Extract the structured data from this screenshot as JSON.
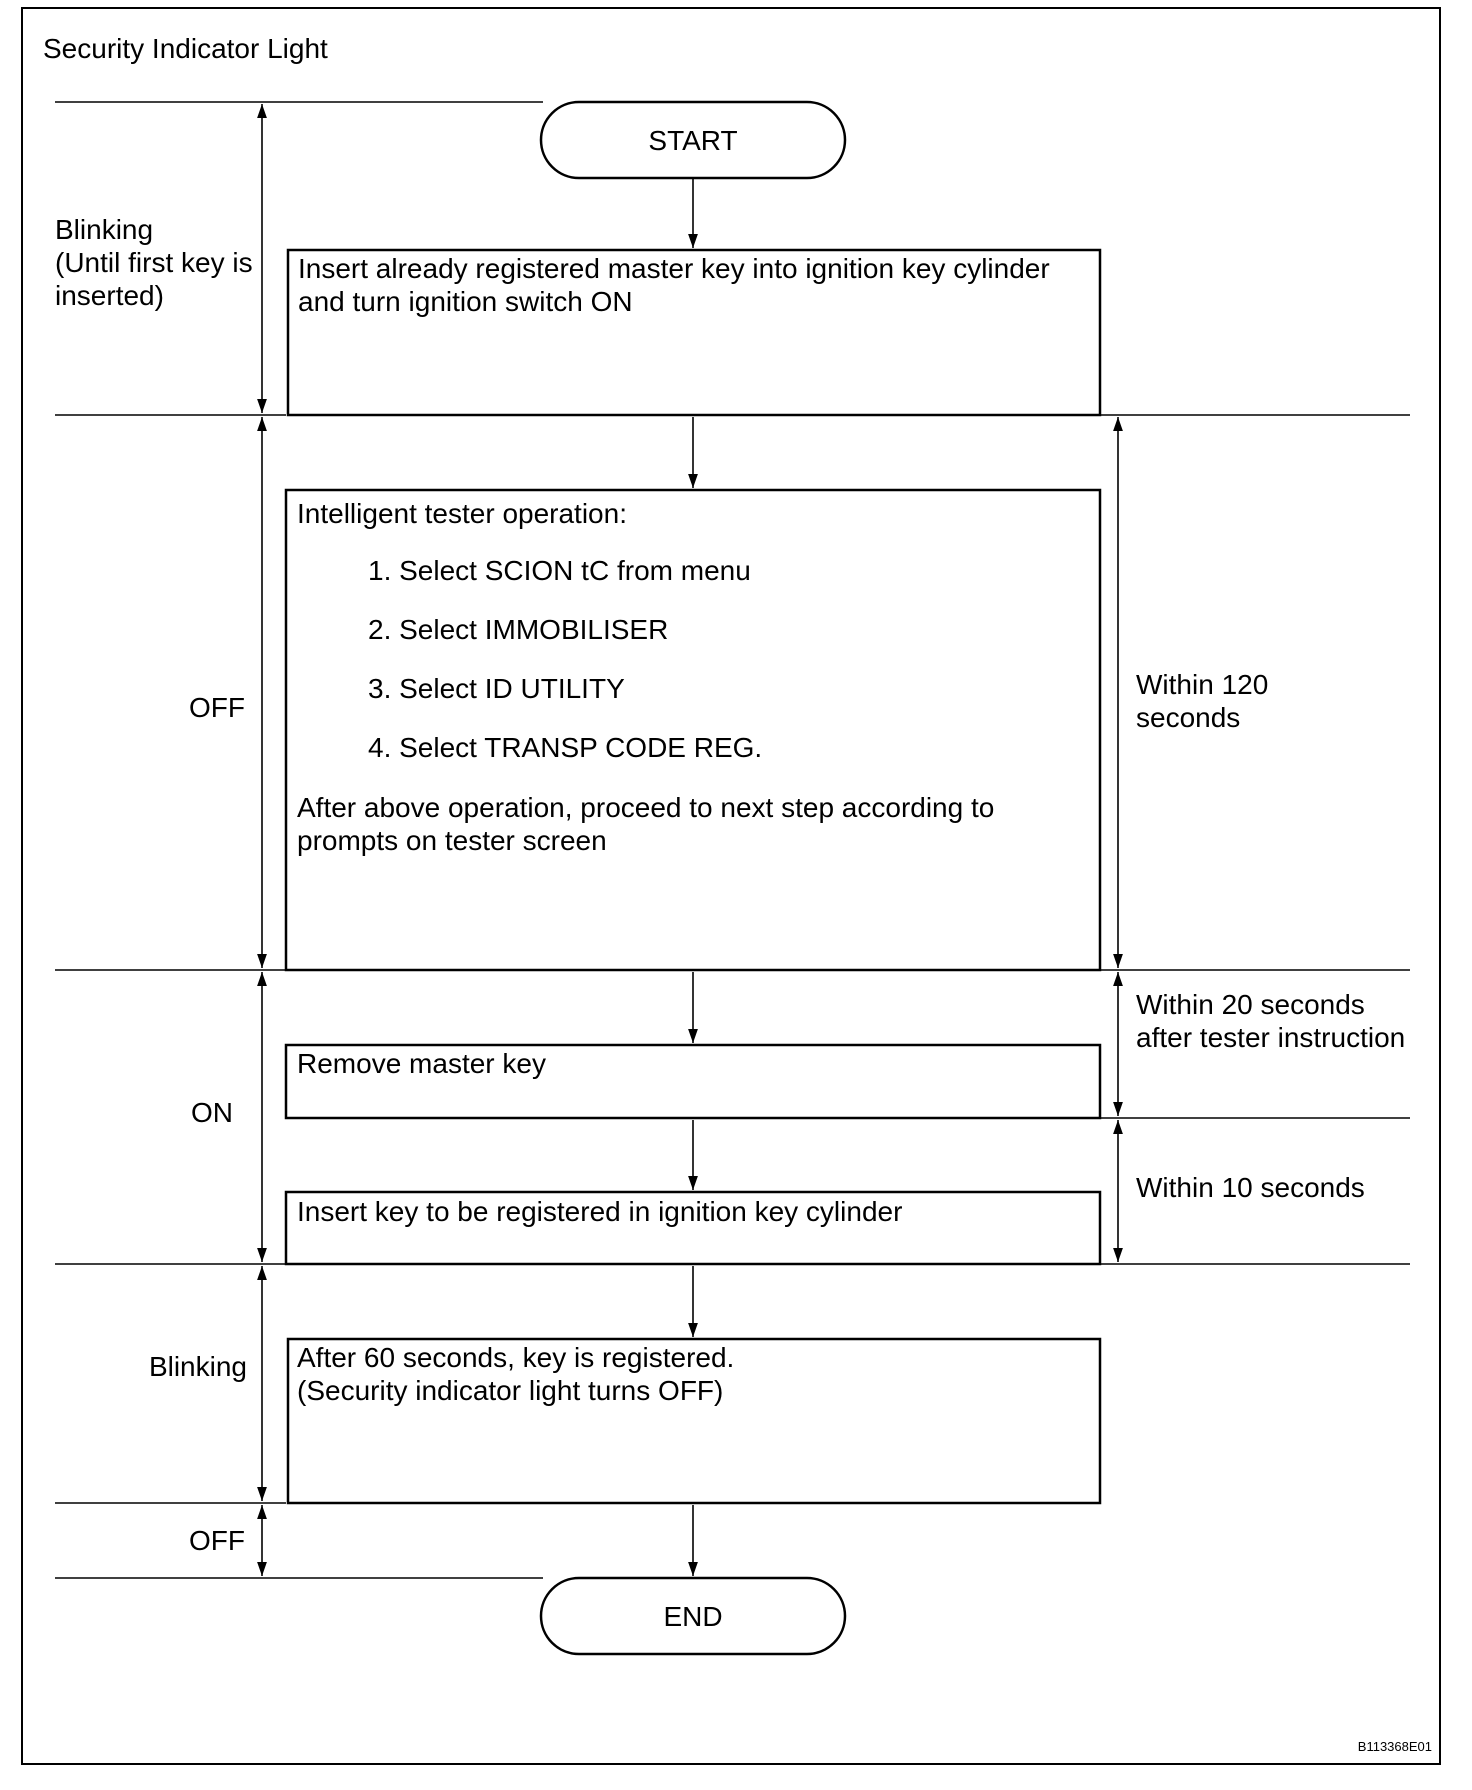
{
  "title": "Security Indicator Light",
  "figure_code": "B113368E01",
  "terminals": {
    "start": "START",
    "end": "END"
  },
  "steps": {
    "insert_master": [
      "Insert already registered master key into ignition key cylinder",
      "and turn ignition switch ON"
    ],
    "tester": {
      "heading": "Intelligent tester operation:",
      "items": [
        "1. Select SCION tC from menu",
        "2. Select IMMOBILISER",
        "3. Select ID UTILITY",
        "4. Select TRANSP CODE REG."
      ],
      "footer": [
        "After above operation, proceed to next step according to",
        "prompts on tester screen"
      ]
    },
    "remove_master": [
      "Remove master key"
    ],
    "insert_new": [
      "Insert key to be registered in ignition key cylinder"
    ],
    "registered": [
      "After 60 seconds, key is registered.",
      "(Security indicator light turns OFF)"
    ]
  },
  "light_states": {
    "blinking_first": [
      "Blinking",
      "(Until first key is",
      "inserted)"
    ],
    "off_1": "OFF",
    "on": "ON",
    "blinking_2": "Blinking",
    "off_2": "OFF"
  },
  "time_limits": {
    "t120": [
      "Within 120",
      "seconds"
    ],
    "t20": [
      "Within 20 seconds",
      "after tester instruction"
    ],
    "t10": "Within 10 seconds"
  }
}
